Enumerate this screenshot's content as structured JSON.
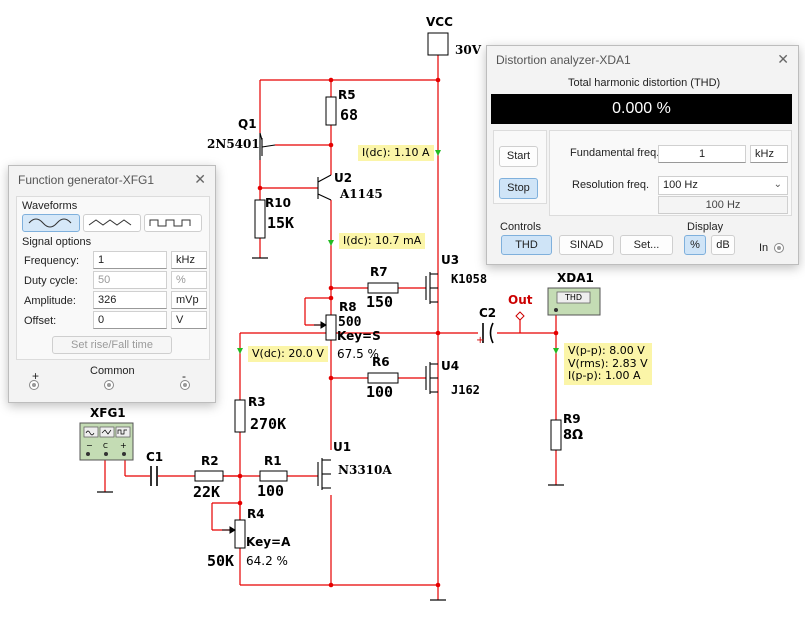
{
  "schematic": {
    "vcc_label": "VCC",
    "vcc_value": "30V",
    "q1_name": "Q1",
    "q1_part": "2N5401",
    "r5_name": "R5",
    "r5_value": "68",
    "u2_name": "U2",
    "u2_part": "A1145",
    "r10_name": "R10",
    "r10_value": "15K",
    "probe_idc_1": "I(dc): 1.10 A",
    "probe_idc_2": "I(dc): 10.7 mA",
    "u3_name": "U3",
    "u3_part": "K1058",
    "r7_name": "R7",
    "r7_value": "150",
    "r8_name": "R8",
    "r8_value": "500",
    "r8_key": "Key=S",
    "r8_pct": "67.5 %",
    "probe_vdc": "V(dc): 20.0 V",
    "r6_name": "R6",
    "r6_value": "100",
    "u4_name": "U4",
    "u4_part": "J162",
    "c2_name": "C2",
    "out_label": "Out",
    "xda1_name": "XDA1",
    "xda1_screen": "THD",
    "probe_out_vpp": "V(p-p): 8.00 V",
    "probe_out_vrms": "V(rms): 2.83 V",
    "probe_out_ipp": "I(p-p): 1.00 A",
    "r9_name": "R9",
    "r9_value": "8Ω",
    "r3_name": "R3",
    "r3_value": "270K",
    "u1_name": "U1",
    "u1_part": "N3310A",
    "xfg1_name": "XFG1",
    "c1_name": "C1",
    "r2_name": "R2",
    "r2_value": "22K",
    "r1_name": "R1",
    "r1_value": "100",
    "r4_name": "R4",
    "r4_key": "Key=A",
    "r4_value": "50K",
    "r4_pct": "64.2 %"
  },
  "function_generator": {
    "title": "Function generator-XFG1",
    "waveforms_label": "Waveforms",
    "waveforms": [
      "sine",
      "triangle",
      "square"
    ],
    "selected_waveform": "sine",
    "signal_options_label": "Signal options",
    "frequency_label": "Frequency:",
    "frequency_value": "1",
    "frequency_unit": "kHz",
    "duty_label": "Duty cycle:",
    "duty_value": "50",
    "duty_unit": "%",
    "amplitude_label": "Amplitude:",
    "amplitude_value": "326",
    "amplitude_unit": "mVp",
    "offset_label": "Offset:",
    "offset_value": "0",
    "offset_unit": "V",
    "rise_fall_button": "Set rise/Fall time",
    "plus_label": "+",
    "common_label": "Common",
    "minus_label": "-"
  },
  "distortion_analyzer": {
    "title": "Distortion analyzer-XDA1",
    "thd_header": "Total harmonic distortion (THD)",
    "thd_value": "0.000 %",
    "start_button": "Start",
    "stop_button": "Stop",
    "fundamental_label": "Fundamental freq.",
    "fundamental_value": "1",
    "fundamental_unit": "kHz",
    "resolution_label": "Resolution freq.",
    "resolution_value": "100 Hz",
    "resolution_readout": "100 Hz",
    "controls_label": "Controls",
    "thd_button": "THD",
    "sinad_button": "SINAD",
    "set_button": "Set...",
    "display_label": "Display",
    "percent_button": "%",
    "db_button": "dB",
    "input_label": "In"
  },
  "colors": {
    "wire": "#e60000",
    "probe_bg": "#fbf5a8",
    "probe_arrow": "#22bb22",
    "instrument_green": "#c4dcb4",
    "thd_display": "#000000",
    "active_button": "#cfe4f7"
  }
}
